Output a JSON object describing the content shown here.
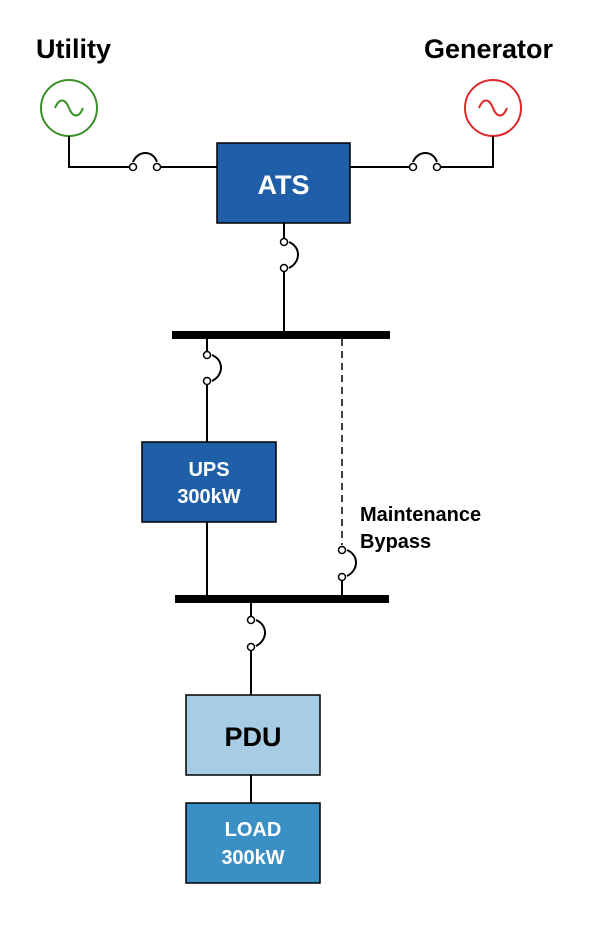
{
  "sources": {
    "utility": {
      "label": "Utility",
      "color": "#3a8f2a"
    },
    "generator": {
      "label": "Generator",
      "color": "#e02828"
    }
  },
  "ats": {
    "label": "ATS",
    "color": "#1f5fa8"
  },
  "ups": {
    "line1": "UPS",
    "line2": "300kW",
    "color": "#1f5fa8"
  },
  "bypass": {
    "line1": "Maintenance",
    "line2": "Bypass"
  },
  "pdu": {
    "label": "PDU",
    "color": "#a6cde4"
  },
  "load": {
    "line1": "LOAD",
    "line2": "300kW",
    "color": "#3a8fc4"
  }
}
